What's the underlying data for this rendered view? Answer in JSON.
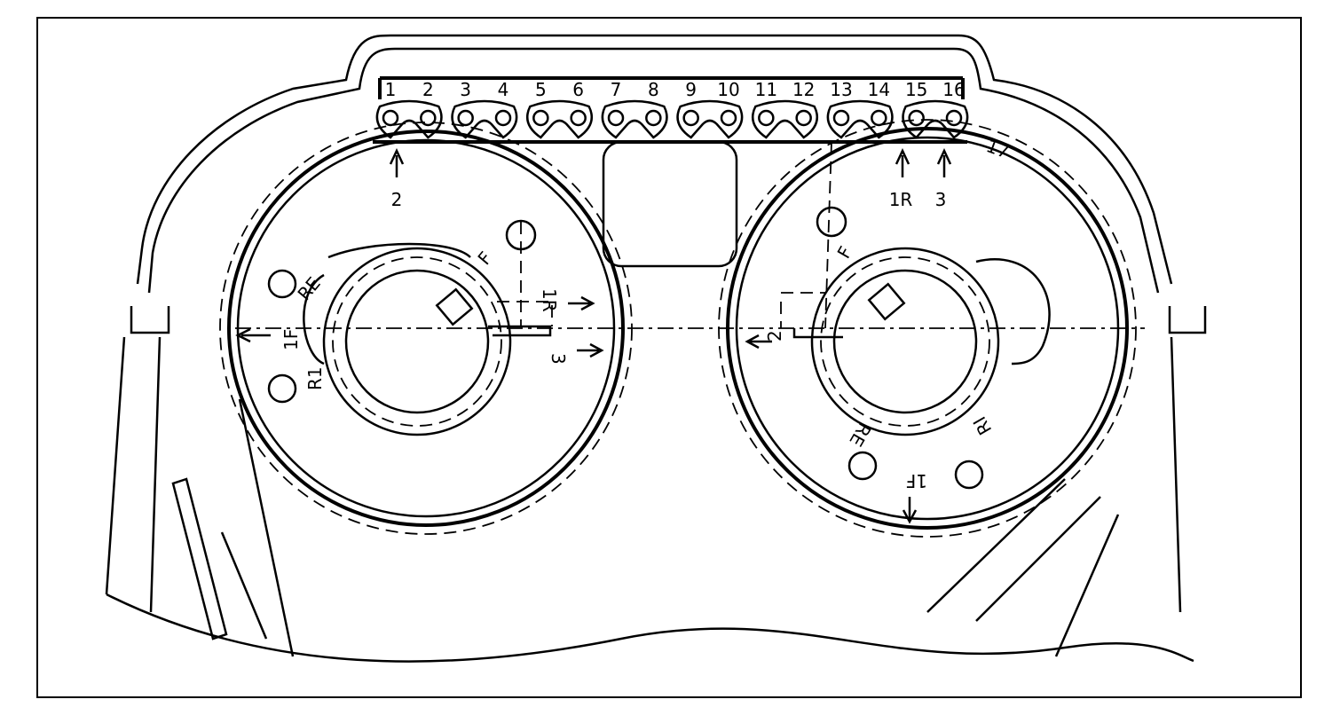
{
  "chain_link_numbers": [
    "1",
    "2",
    "3",
    "4",
    "5",
    "6",
    "7",
    "8",
    "9",
    "10",
    "11",
    "12",
    "13",
    "14",
    "15",
    "16"
  ],
  "left_sprocket": {
    "top_arrow_label": "2",
    "marks": {
      "re": "RE",
      "f": "F",
      "one_f": "1F",
      "r1": "R1",
      "one_r": "1R",
      "three": "3"
    }
  },
  "right_sprocket": {
    "top_arrow_labels": {
      "one_r": "1R",
      "three": "3"
    },
    "marks": {
      "f": "F",
      "re": "RE",
      "one_f": "1F",
      "ri": "RI",
      "two": "2"
    },
    "link_17": "17"
  }
}
